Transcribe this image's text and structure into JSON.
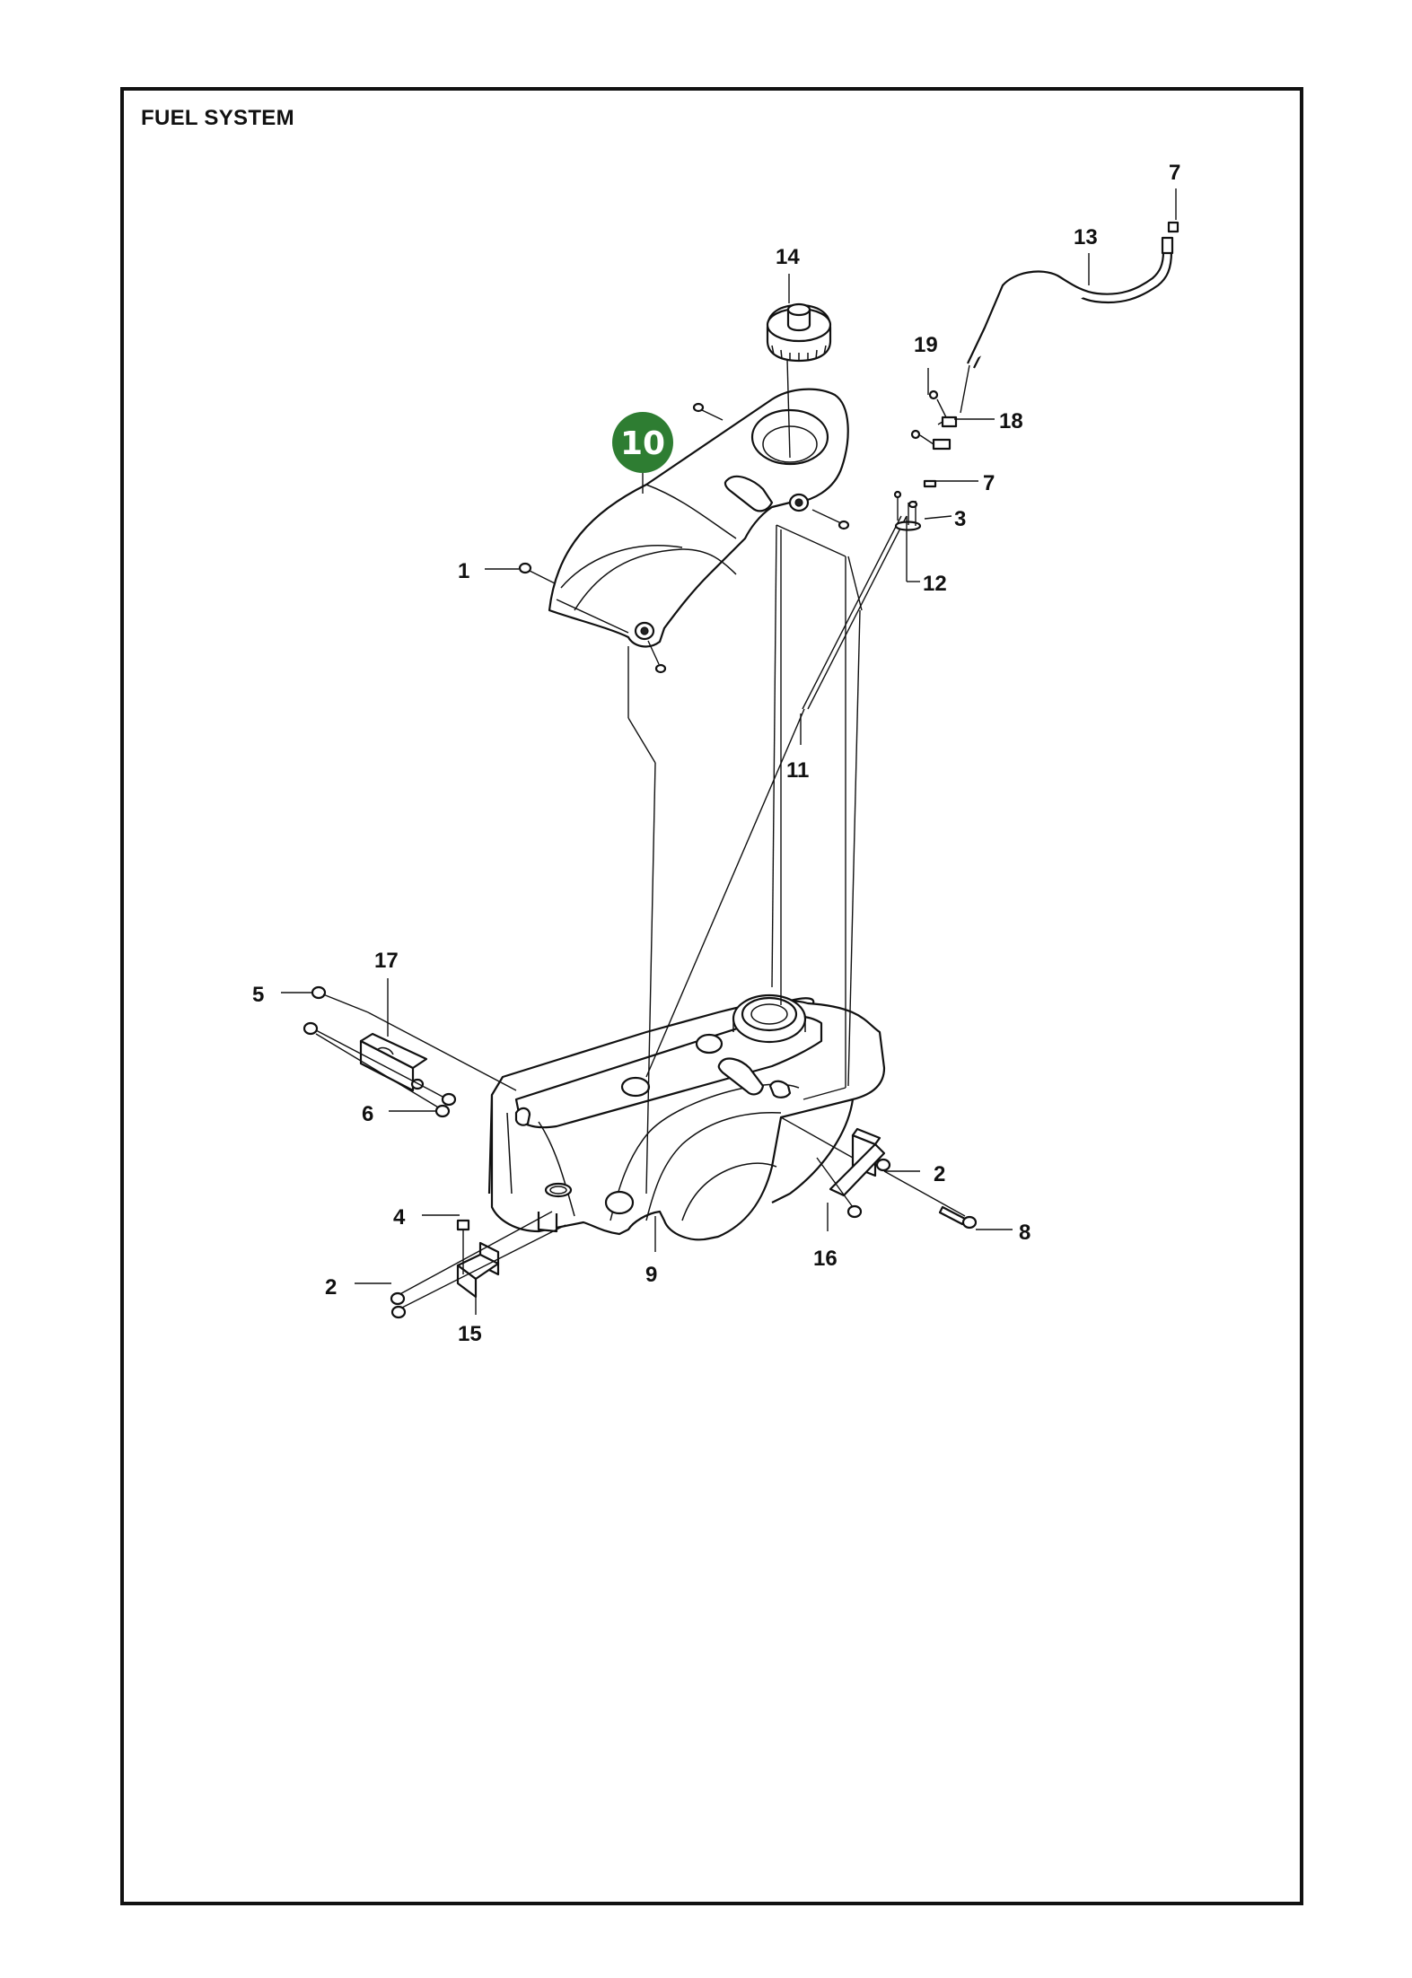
{
  "title": "FUEL SYSTEM",
  "highlight": {
    "label": "10",
    "color": "#2e7d32"
  },
  "callouts": {
    "c1": "1",
    "c2a": "2",
    "c2b": "2",
    "c3": "3",
    "c4": "4",
    "c5": "5",
    "c6": "6",
    "c7a": "7",
    "c7b": "7",
    "c8": "8",
    "c9": "9",
    "c11": "11",
    "c12": "12",
    "c13": "13",
    "c14": "14",
    "c15": "15",
    "c16": "16",
    "c17": "17",
    "c18": "18",
    "c19": "19"
  }
}
